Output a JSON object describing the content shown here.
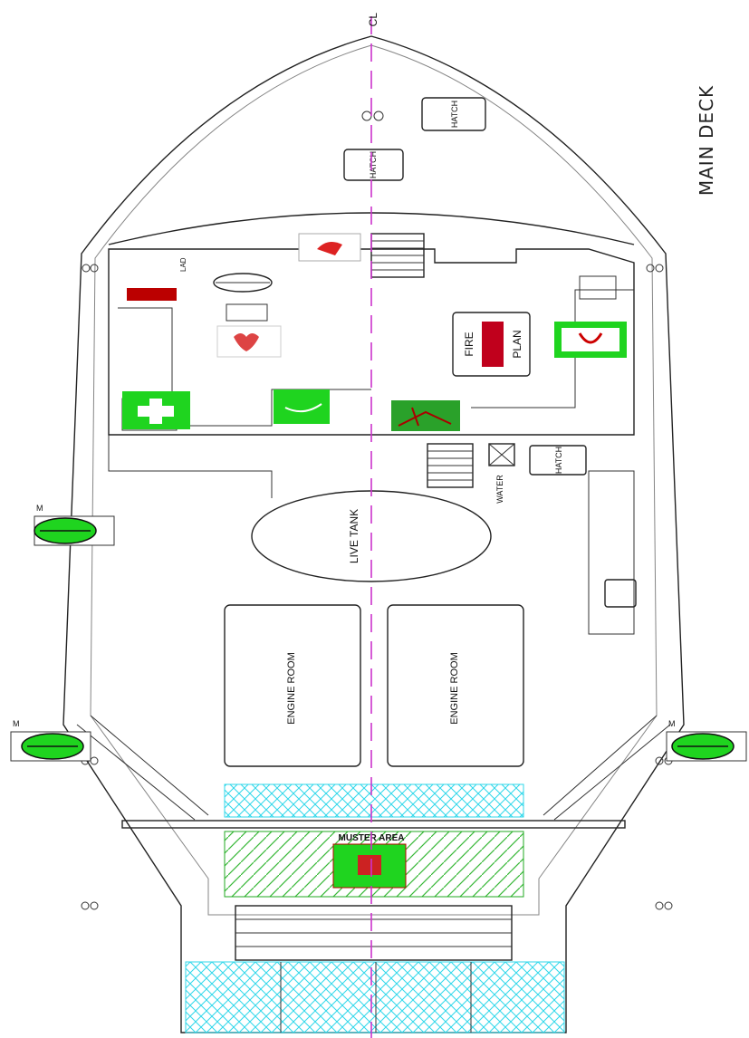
{
  "deck_title": "MAIN DECK",
  "centerline_label": "CL",
  "labels": {
    "hatch": "HATCH",
    "live_tank": "LIVE TANK",
    "engine_room": "ENGINE ROOM",
    "water": "WATER",
    "muster_area": "MUSTER AREA",
    "fire_plan_line1": "FIRE",
    "fire_plan_line2": "PLAN",
    "ladder_mark": "LAD",
    "station_mark": "M"
  },
  "colors": {
    "safety_green": "#1fd41f",
    "water_cyan": "#2fd7ea",
    "hatch_green": "#2aa12a",
    "centerline": "#cc33cc",
    "fire_red": "#c0001c"
  }
}
